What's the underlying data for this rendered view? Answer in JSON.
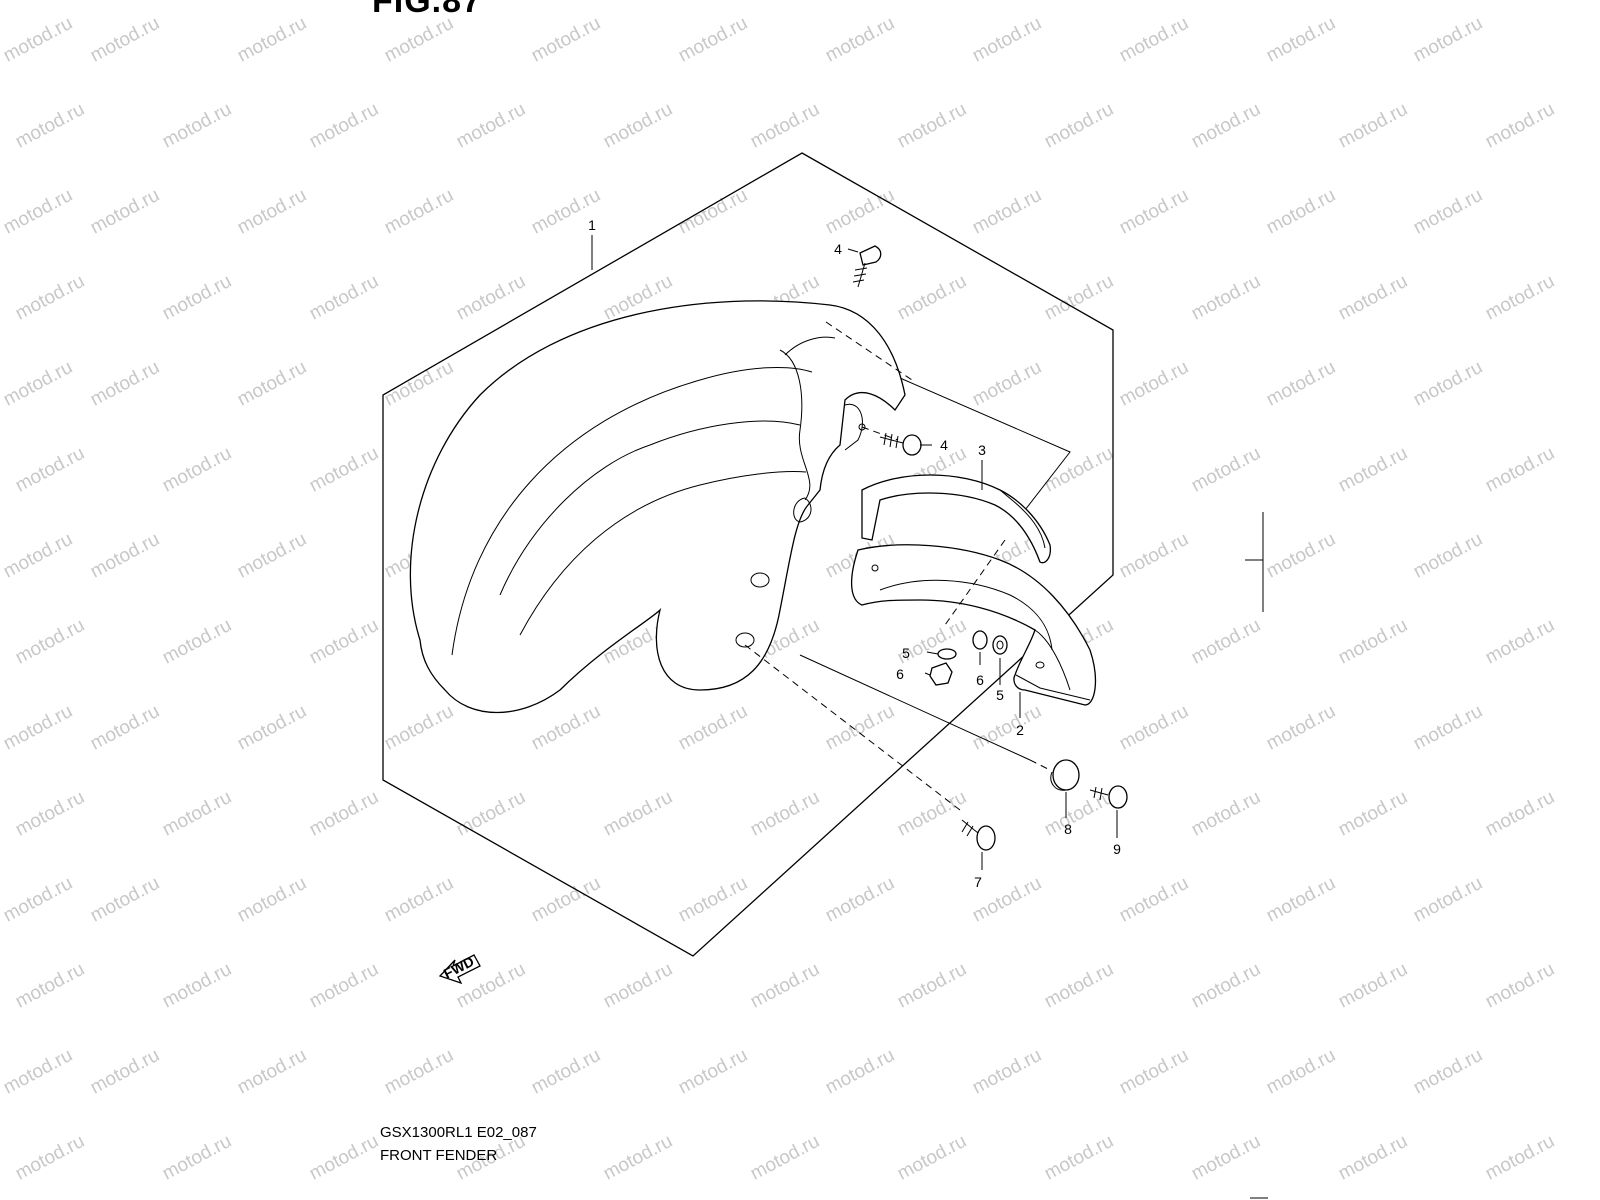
{
  "figure": {
    "title": "FIG.87",
    "model_code": "GSX1300RL1 E02_087",
    "name": "FRONT FENDER"
  },
  "watermark": {
    "text": "motod.ru",
    "color": "#c8c8c8"
  },
  "forward_marker": {
    "label": "FWD"
  },
  "callouts": [
    {
      "id": "1"
    },
    {
      "id": "2"
    },
    {
      "id": "3"
    },
    {
      "id": "4"
    },
    {
      "id": "4"
    },
    {
      "id": "5"
    },
    {
      "id": "5"
    },
    {
      "id": "6"
    },
    {
      "id": "6"
    },
    {
      "id": "7"
    },
    {
      "id": "8"
    },
    {
      "id": "9"
    }
  ]
}
